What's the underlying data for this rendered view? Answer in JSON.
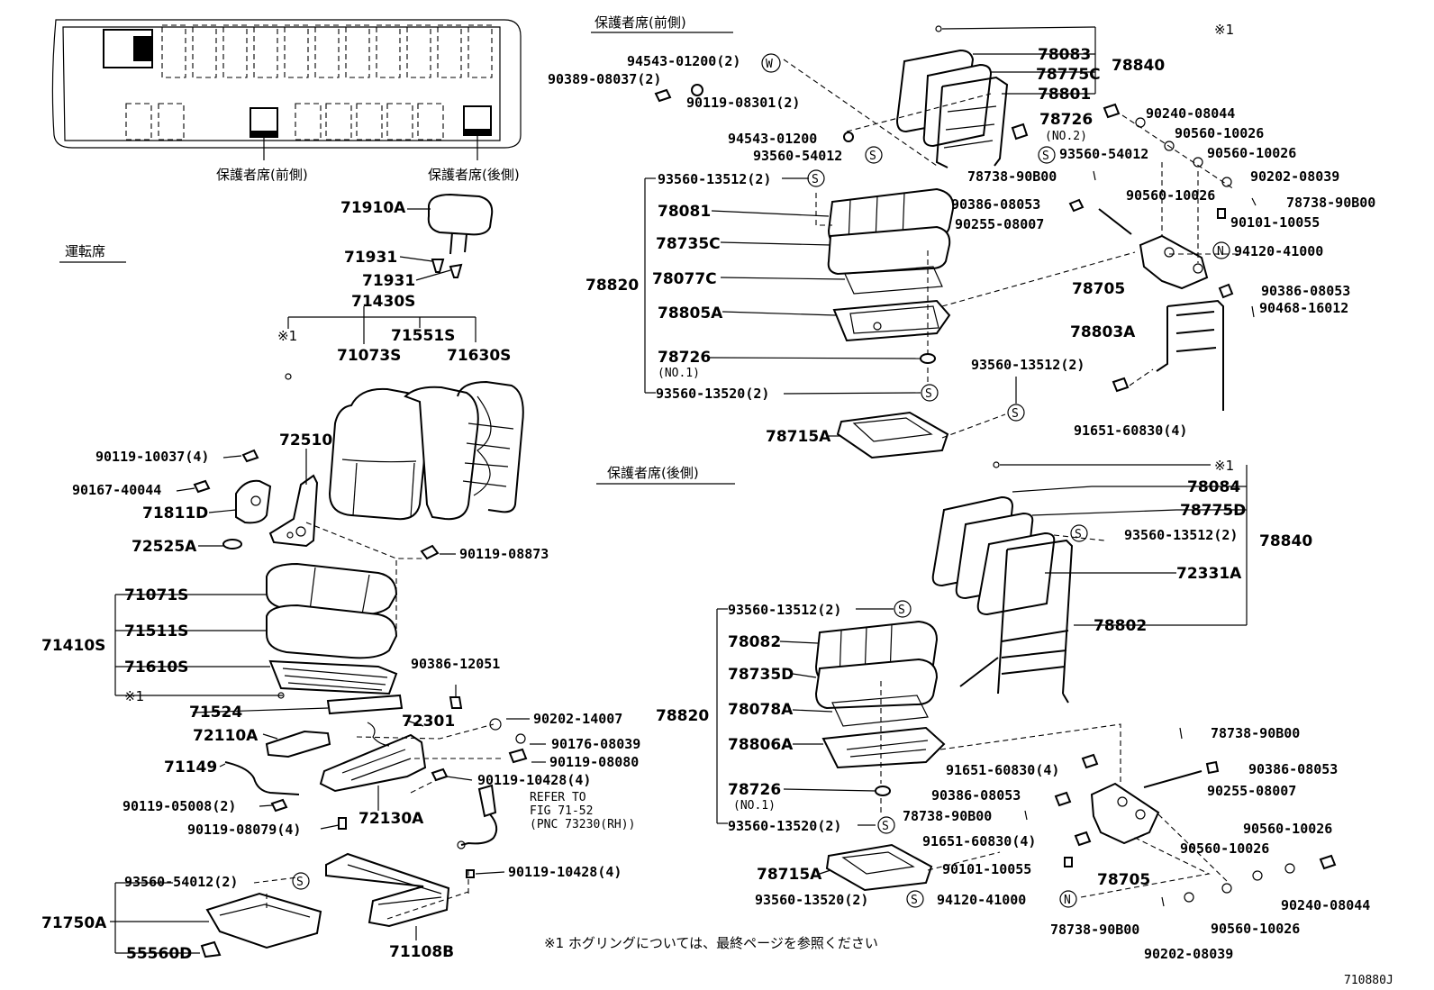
{
  "sections": {
    "guardian_front": "保護者席(前側)",
    "guardian_rear": "保護者席(後側)",
    "driver": "運転席"
  },
  "bus_map": {
    "label_front": "保護者席(前側)",
    "label_rear": "保護者席(後側)"
  },
  "footnote": "※1  ホグリングについては、最終ページを参照ください",
  "figure_code": "710880J",
  "reference_note": {
    "line1": "REFER TO",
    "line2": "FIG 71-52",
    "line3": "(PNC 73230(RH))"
  },
  "driver_parts": {
    "p71910A": "71910A",
    "p71931a": "71931",
    "p71931b": "71931",
    "p71430S": "71430S",
    "mark1a": "※1",
    "p71073S": "71073S",
    "p71551S": "71551S",
    "p71630S": "71630S",
    "p72510": "72510",
    "p90119_10037": "90119-10037(4)",
    "p90167_40044": "90167-40044",
    "p71811D": "71811D",
    "p72525A": "72525A",
    "p90119_08873": "90119-08873",
    "p71071S": "71071S",
    "p71511S": "71511S",
    "p71410S": "71410S",
    "p71610S": "71610S",
    "mark1b": "※1",
    "p71524": "71524",
    "p90386_12051": "90386-12051",
    "p72301": "72301",
    "p90202_14007": "90202-14007",
    "p72110A": "72110A",
    "p90176_08039": "90176-08039",
    "p71149": "71149",
    "p90119_08080": "90119-08080",
    "p90119_10428a": "90119-10428(4)",
    "p90119_05008": "90119-05008(2)",
    "p72130A": "72130A",
    "p90119_08079": "90119-08079(4)",
    "p90119_10428b": "90119-10428(4)",
    "p93560_54012": "93560-54012(2)",
    "mark_s": "S",
    "p71750A": "71750A",
    "p55560D": "55560D",
    "p71108B": "71108B"
  },
  "front_parts": {
    "mark1": "※1",
    "p78083": "78083",
    "p78775C": "78775C",
    "p78840": "78840",
    "p78801": "78801",
    "p94543_01200_2": "94543-01200(2)",
    "mark_w": "W",
    "p90389_08037": "90389-08037(2)",
    "p90119_08301": "90119-08301(2)",
    "p78726": "78726",
    "no2": "(NO.2)",
    "p90240_08044": "90240-08044",
    "p90560_10026a": "90560-10026",
    "p94543_01200": "94543-01200",
    "p93560_54012a": "93560-54012",
    "p93560_54012b": "93560-54012",
    "p90560_10026b": "90560-10026",
    "p78738_90B00a": "78738-90B00",
    "p90202_08039": "90202-08039",
    "p93560_13512": "93560-13512(2)",
    "p90560_10026c": "90560-10026",
    "p78738_90B00b": "78738-90B00",
    "p78081": "78081",
    "p90386_08053a": "90386-08053",
    "p90101_10055": "90101-10055",
    "p90255_08007": "90255-08007",
    "p78735C": "78735C",
    "p94120_41000": "94120-41000",
    "p78820": "78820",
    "p78077C": "78077C",
    "p78705": "78705",
    "p90386_08053b": "90386-08053",
    "p78805A": "78805A",
    "p90468_16012": "90468-16012",
    "p78803A": "78803A",
    "p78726b": "78726",
    "no1": "(NO.1)",
    "p93560_13512b": "93560-13512(2)",
    "p93560_13520": "93560-13520(2)",
    "p78715A": "78715A",
    "p91651_60830": "91651-60830(4)"
  },
  "rear_parts": {
    "mark1": "※1",
    "p78084": "78084",
    "p78775D": "78775D",
    "p93560_13512a": "93560-13512(2)",
    "p78840": "78840",
    "p72331A": "72331A",
    "p93560_13512b": "93560-13512(2)",
    "p78802": "78802",
    "p78082": "78082",
    "p78735D": "78735D",
    "p78820": "78820",
    "p78078A": "78078A",
    "p78806A": "78806A",
    "p78738_90B00a": "78738-90B00",
    "p91651_60830a": "91651-60830(4)",
    "p90386_08053a": "90386-08053",
    "p90255_08007": "90255-08007",
    "p78726": "78726",
    "no1": "(NO.1)",
    "p90386_08053b": "90386-08053",
    "p78738_90B00b": "78738-90B00",
    "p93560_13520a": "93560-13520(2)",
    "p91651_60830b": "91651-60830(4)",
    "p90560_10026a": "90560-10026",
    "p90560_10026b": "90560-10026",
    "p78715A": "78715A",
    "p90101_10055": "90101-10055",
    "p78705": "78705",
    "p93560_13520b": "93560-13520(2)",
    "p94120_41000": "94120-41000",
    "p90240_08044": "90240-08044",
    "p78738_90B00c": "78738-90B00",
    "p90560_10026c": "90560-10026",
    "p90202_08039": "90202-08039"
  },
  "circle_marks": {
    "s": "S",
    "n": "N",
    "w": "W"
  }
}
